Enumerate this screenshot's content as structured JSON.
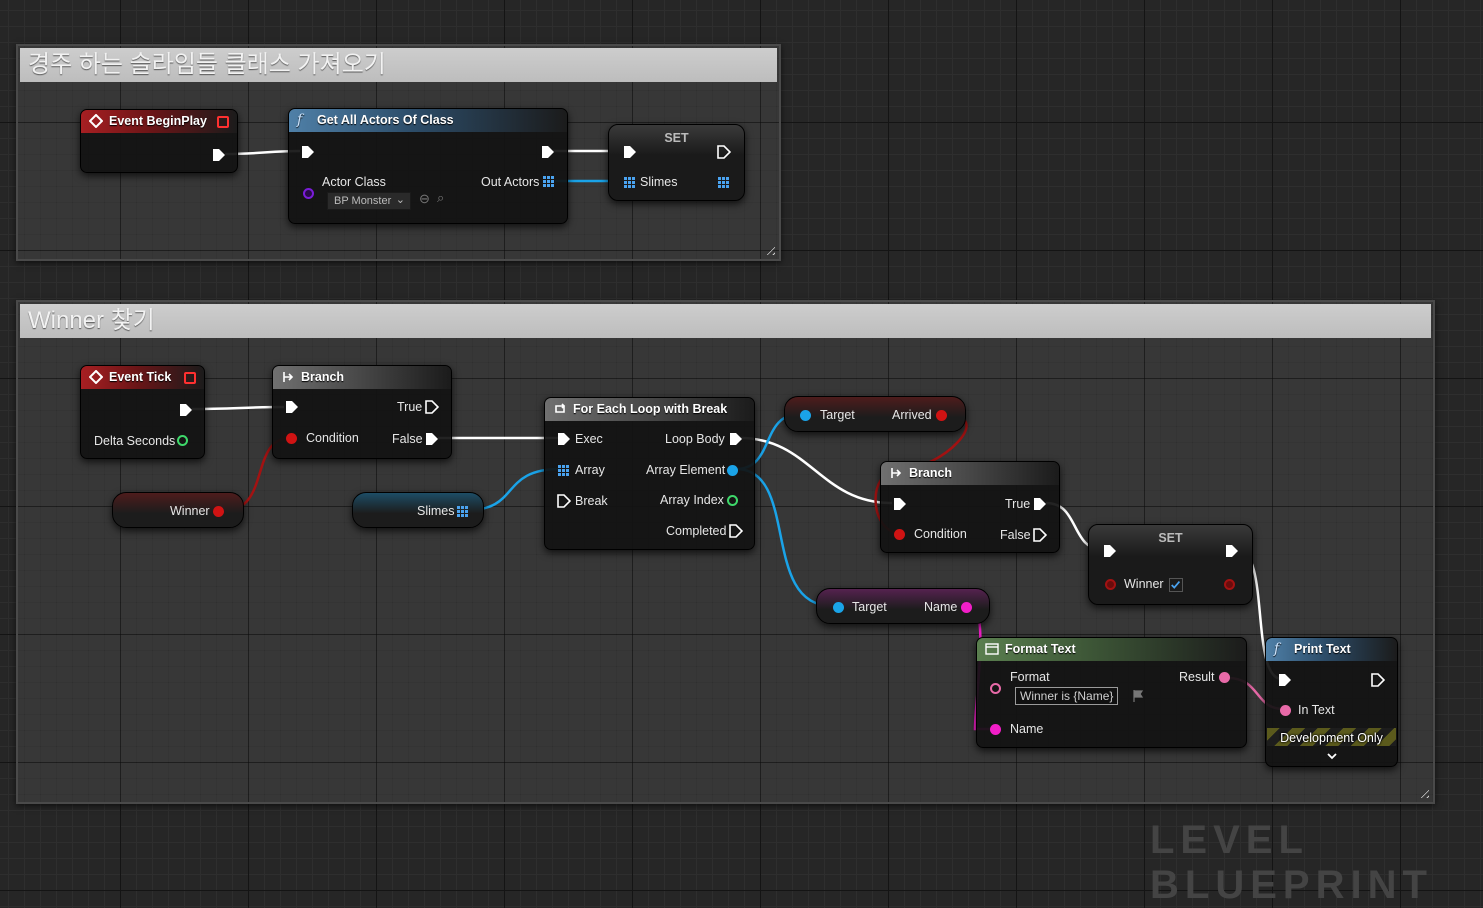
{
  "watermark": "LEVEL BLUEPRINT",
  "comments": {
    "top": "경주 하는 슬라임들 클래스 가져오기",
    "bottom": "Winner 찾기"
  },
  "nodes": {
    "begin_play": {
      "title": "Event BeginPlay"
    },
    "get_all_actors": {
      "title": "Get All Actors Of Class",
      "actor_class_label": "Actor Class",
      "actor_class_value": "BP Monster",
      "out_actors_label": "Out Actors"
    },
    "set_slimes": {
      "title": "SET",
      "var_label": "Slimes"
    },
    "event_tick": {
      "title": "Event Tick",
      "delta_label": "Delta Seconds"
    },
    "branch1": {
      "title": "Branch",
      "true_label": "True",
      "condition_label": "Condition",
      "false_label": "False"
    },
    "winner_get": {
      "label": "Winner"
    },
    "slimes_get": {
      "label": "Slimes"
    },
    "foreach": {
      "title": "For Each Loop with Break",
      "exec_label": "Exec",
      "loop_body_label": "Loop Body",
      "array_label": "Array",
      "array_element_label": "Array Element",
      "break_label": "Break",
      "array_index_label": "Array Index",
      "completed_label": "Completed"
    },
    "arrived_get": {
      "target_label": "Target",
      "value_label": "Arrived"
    },
    "branch2": {
      "title": "Branch",
      "true_label": "True",
      "condition_label": "Condition",
      "false_label": "False"
    },
    "set_winner": {
      "title": "SET",
      "var_label": "Winner",
      "checked": true
    },
    "name_get": {
      "target_label": "Target",
      "value_label": "Name"
    },
    "format_text": {
      "title": "Format Text",
      "format_label": "Format",
      "format_value": "Winner is {Name}",
      "result_label": "Result",
      "name_label": "Name"
    },
    "print_text": {
      "title": "Print Text",
      "in_text_label": "In Text",
      "dev_only_label": "Development Only"
    }
  },
  "colors": {
    "exec": "#ffffff",
    "bool": "#a31212",
    "object": "#1aa3e8",
    "string": "#f21ec8",
    "text": "#e86aa8",
    "float": "#3ed86a",
    "event_header": "#a71f22",
    "function_header": "#4f80a8"
  }
}
